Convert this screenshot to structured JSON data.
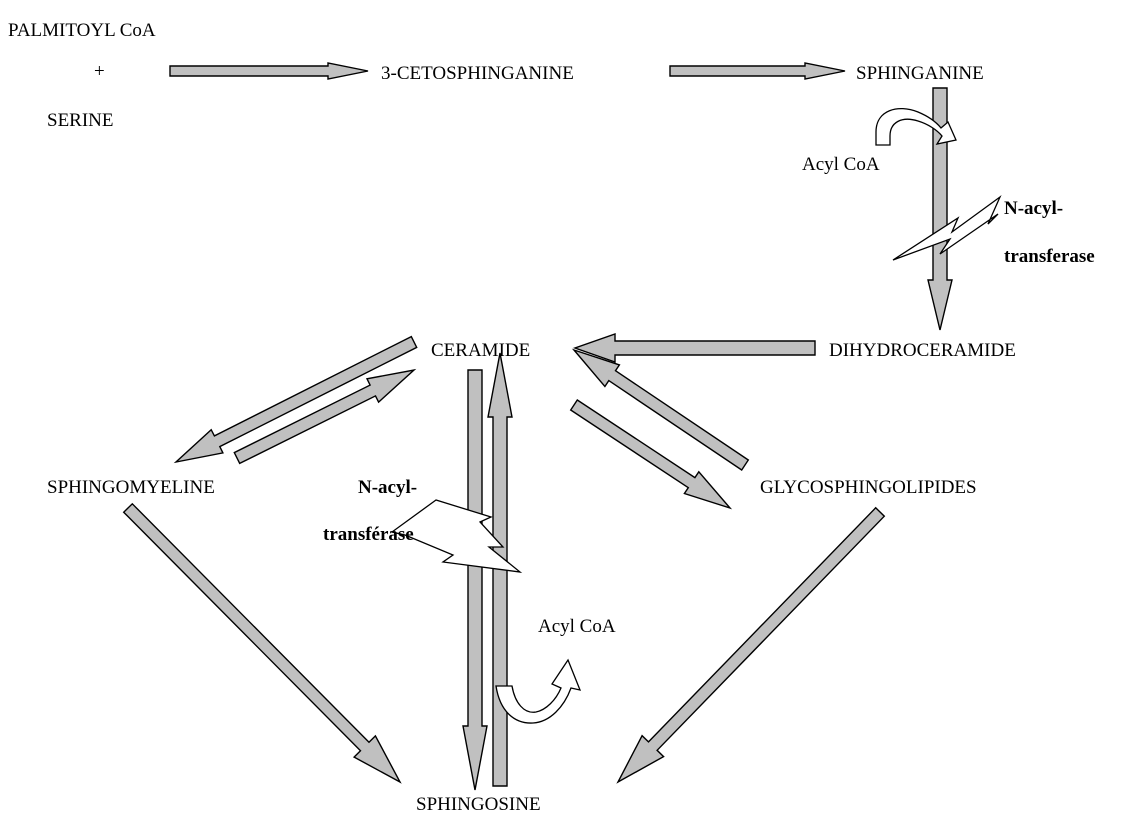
{
  "compounds": {
    "palmitoyl_coa": "PALMITOYL CoA",
    "plus": "+",
    "serine": "SERINE",
    "cetosphinganine": "3-CETOSPHINGANINE",
    "sphinganine": "SPHINGANINE",
    "dihydroceramide": "DIHYDROCERAMIDE",
    "ceramide": "CERAMIDE",
    "sphingomyeline": "SPHINGOMYELINE",
    "glycosphingolipides": "GLYCOSPHINGOLIPIDES",
    "sphingosine": "SPHINGOSINE"
  },
  "cofactors": {
    "acyl_coa_top": "Acyl CoA",
    "acyl_coa_bottom": "Acyl CoA"
  },
  "enzymes": {
    "top": {
      "line1": "N-acyl-",
      "line2": "transferase"
    },
    "bottom": {
      "line1": "N-acyl-",
      "line2": "transférase"
    }
  },
  "colors": {
    "arrow_fill": "#c0c0c0",
    "outline": "#000000",
    "background": "#ffffff"
  }
}
